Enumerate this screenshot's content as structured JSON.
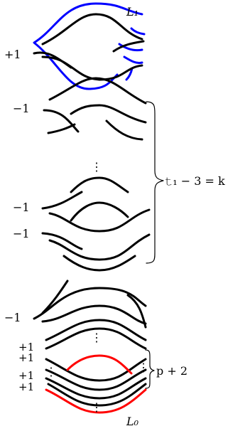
{
  "labels": {
    "l1": "L₁",
    "l0": "L₀",
    "plus1": "+1",
    "minus1": "−1",
    "vdots": "⋮",
    "brace_k": "𝚝₁ − 3 = k",
    "brace_p": "p + 2"
  },
  "colors": {
    "knot_black": "#000000",
    "component_l1": "#0000ff",
    "component_l0": "#ff0000"
  }
}
